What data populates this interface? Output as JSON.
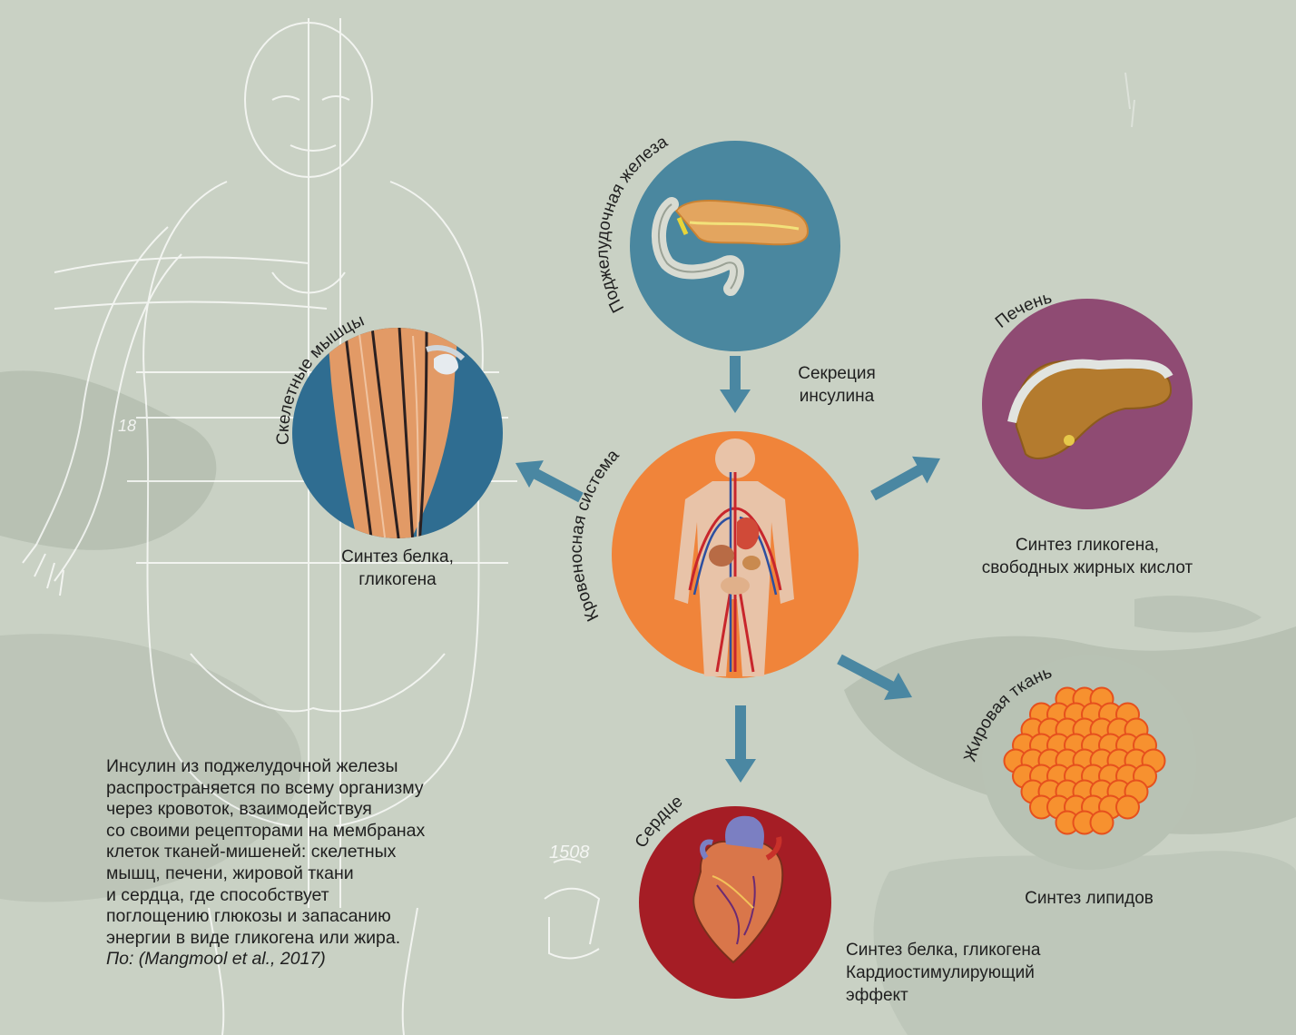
{
  "nodes": {
    "pancreas": {
      "title": "Поджелудочная железа",
      "color": "#4a879f"
    },
    "blood": {
      "title": "Кровеносная система",
      "color": "#f0843a"
    },
    "muscles": {
      "title": "Скелетные мышцы",
      "color": "#2f6d91",
      "caption": [
        "Синтез белка,",
        "гликогена"
      ]
    },
    "liver": {
      "title": "Печень",
      "color": "#8f4b73",
      "caption": [
        "Синтез гликогена,",
        "свободных жирных кислот"
      ]
    },
    "fat": {
      "title": "Жировая ткань",
      "color": "#b8c2b4",
      "caption": [
        "Синтез липидов"
      ]
    },
    "heart": {
      "title": "Сердце",
      "color": "#a51d25",
      "caption": [
        "Синтез белка, гликогена",
        "Кардиостимулирующий",
        "эффект"
      ]
    }
  },
  "secretion": [
    "Секреция",
    "инсулина"
  ],
  "arrow_color": "#4a87a2",
  "description": {
    "lines": [
      "Инсулин из поджелудочной железы",
      "распространяется по всему организму",
      "через кровоток, взаимодействуя",
      "со своими рецепторами на мембранах",
      "клеток тканей-мишеней: скелетных",
      "мышц, печени, жировой ткани",
      "и сердца, где способствует",
      "поглощению глюкозы и запасанию",
      "энергии в виде гликогена или жира."
    ],
    "source": "По: (Mangmool et al., 2017)"
  },
  "sketch_marks": [
    "18",
    "1508"
  ]
}
